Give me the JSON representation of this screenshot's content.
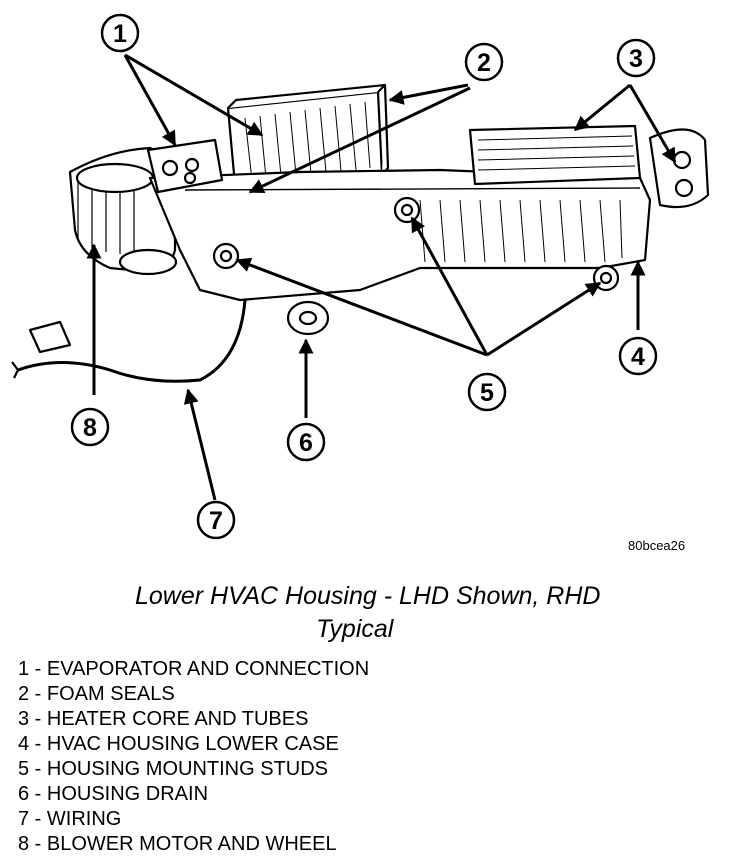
{
  "callouts": [
    "1",
    "2",
    "3",
    "4",
    "5",
    "6",
    "7",
    "8"
  ],
  "figure_code": "80bcea26",
  "title": {
    "line1": "Lower HVAC Housing - LHD Shown, RHD",
    "line2": "Typical"
  },
  "legend": [
    "1 - EVAPORATOR AND CONNECTION",
    "2 - FOAM SEALS",
    "3 - HEATER CORE AND TUBES",
    "4 - HVAC HOUSING LOWER CASE",
    "5 - HOUSING MOUNTING STUDS",
    "6 - HOUSING DRAIN",
    "7 - WIRING",
    "8 - BLOWER MOTOR AND WHEEL"
  ]
}
